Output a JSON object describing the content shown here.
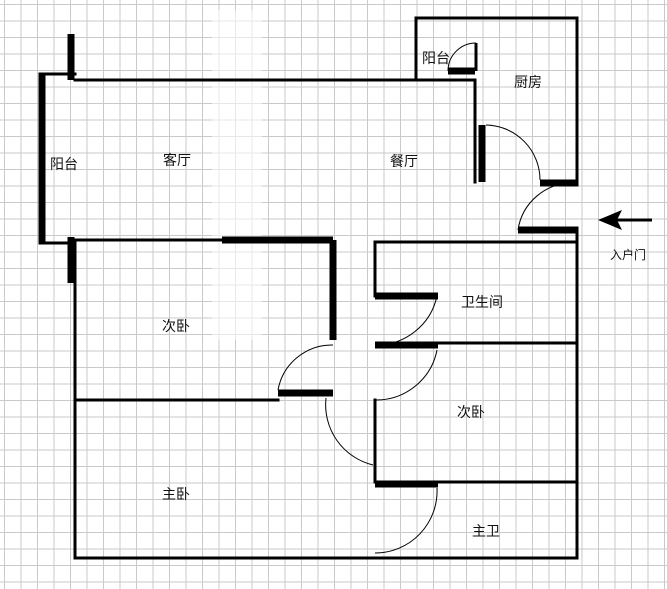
{
  "rooms": {
    "balcony_left": "阳台",
    "living_room": "客厅",
    "dining_room": "餐厅",
    "balcony_top": "阳台",
    "kitchen": "厨房",
    "bathroom": "卫生间",
    "bedroom_secondary_1": "次卧",
    "bedroom_secondary_2": "次卧",
    "master_bedroom": "主卧",
    "master_bath": "主卫"
  },
  "entrance": {
    "label": "入户门",
    "icon": "arrow-left-icon"
  }
}
